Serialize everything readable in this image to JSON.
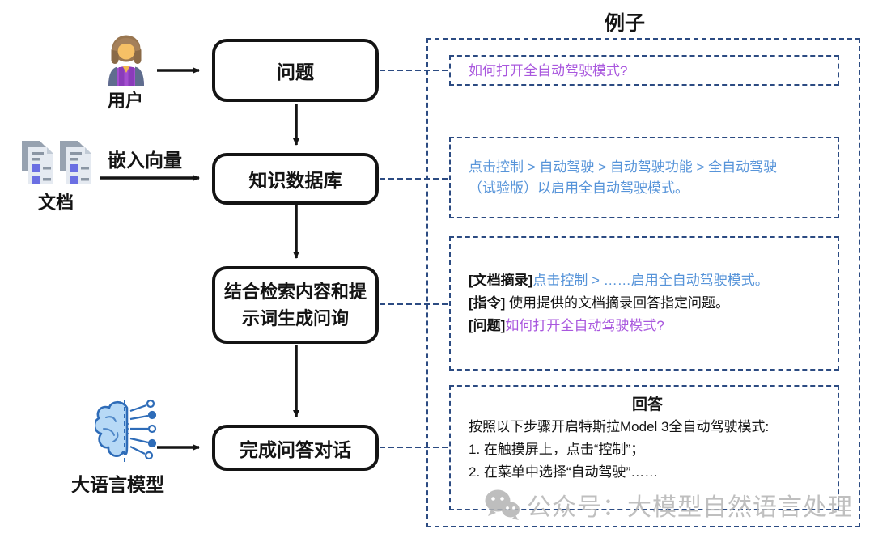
{
  "flowchart": {
    "user_label": "用户",
    "docs_label": "文档",
    "embed_arrow_label": "嵌入向量",
    "llm_label": "大语言模型",
    "node_question": "问题",
    "node_kb": "知识数据库",
    "node_prompt": "结合检索内容和提示词生成问询",
    "node_answer": "完成问答对话"
  },
  "example_panel": {
    "title": "例子",
    "question_box": {
      "text": "如何打开全自动驾驶模式?"
    },
    "retrieval_box": {
      "line1": "点击控制 > 自动驾驶 > 自动驾驶功能 > 全自动驾驶",
      "line2": "（试验版）以启用全自动驾驶模式。"
    },
    "prompt_box": {
      "doc_label": "[文档摘录]",
      "doc_text": "点击控制 > ……启用全自动驾驶模式。",
      "inst_label": "[指令]",
      "inst_text": " 使用提供的文档摘录回答指定问题。",
      "q_label": "[问题]",
      "q_text": "如何打开全自动驾驶模式?"
    },
    "answer_box": {
      "title": "回答",
      "line1": "按照以下步骤开启特斯拉Model 3全自动驾驶模式:",
      "line2": "1. 在触摸屏上，点击“控制”；",
      "line3": "2. 在菜单中选择“自动驾驶”……"
    }
  },
  "watermark": {
    "text": "公众号：大模型自然语言处理"
  },
  "colors": {
    "box_border": "#141414",
    "dashed_border": "#2c4b82",
    "blue_text": "#5794d9",
    "purple_text": "#a958de",
    "watermark_gray": "#b4b4b4",
    "brain_blue": "#2e6cb8",
    "doc_indigo": "#6b6fe3",
    "avatar_purple": "#a44fd0"
  }
}
